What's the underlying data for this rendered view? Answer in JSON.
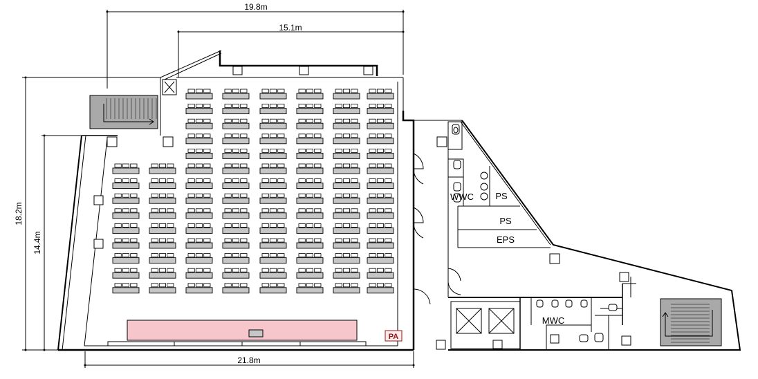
{
  "dimensions": {
    "top_outer": "19.8m",
    "top_inner": "15.1m",
    "left_outer": "18.2m",
    "left_inner": "14.4m",
    "bottom": "21.8m"
  },
  "rooms": {
    "ps_upper": "PS",
    "ps_lower": "PS",
    "eps": "EPS",
    "wc_upper": "WWC",
    "mwc": "MWC",
    "pa": "PA"
  },
  "seating": {
    "right_block_rows": 14,
    "left_block_rows": 9,
    "columns": 8,
    "seats_per_desk": 3
  },
  "colors": {
    "stage": "#f7c6cc",
    "stair_fill": "#a9a9a9",
    "pa_label": "#8b1a1a",
    "pa_fill": "#fde8ea",
    "desk_fill": "#c6c6c6"
  }
}
